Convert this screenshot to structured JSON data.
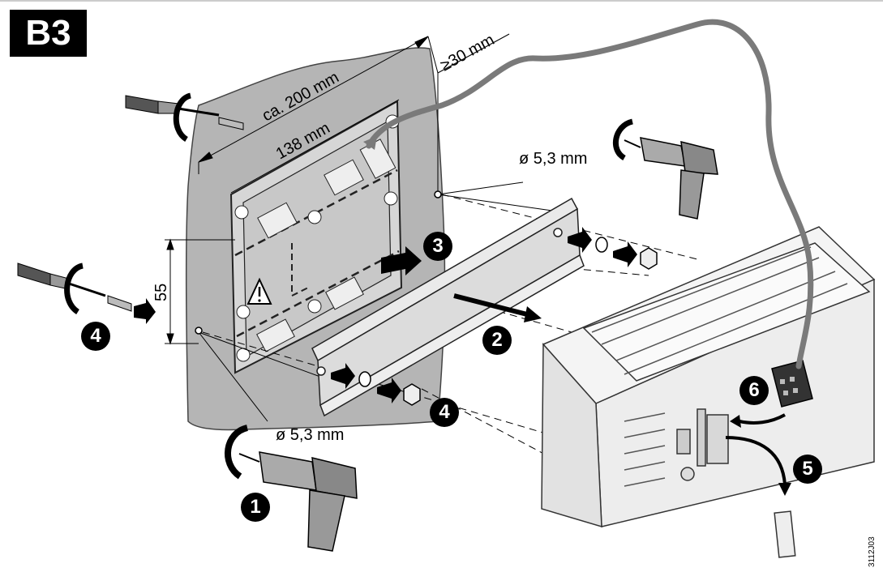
{
  "header": {
    "tag": "B3",
    "tag_background": "#000000",
    "tag_text_color": "#ffffff"
  },
  "dimensions": {
    "width_overall": "ca. 200 mm",
    "width_inner": "138 mm",
    "clearance": "≥30 mm",
    "hole_top": "ø 5,3 mm",
    "hole_bottom": "ø 5,3 mm",
    "height": "55"
  },
  "steps": {
    "drill": "1",
    "mount_rail": "2",
    "remove_cover": "3",
    "screw_left": "4",
    "screw_rail": "4",
    "remove_clip": "5",
    "connect_cable": "6"
  },
  "document_code": "3112J03",
  "colors": {
    "wall": "#b5b5b5",
    "device": "#f2f2f2",
    "cable": "#7a7a7a",
    "ink": "#000000"
  },
  "icons": [
    "screwdriver-icon",
    "drill-icon",
    "rotation-arrow-icon",
    "warning-icon",
    "cable-icon",
    "din-rail-icon",
    "controller-device-icon"
  ]
}
